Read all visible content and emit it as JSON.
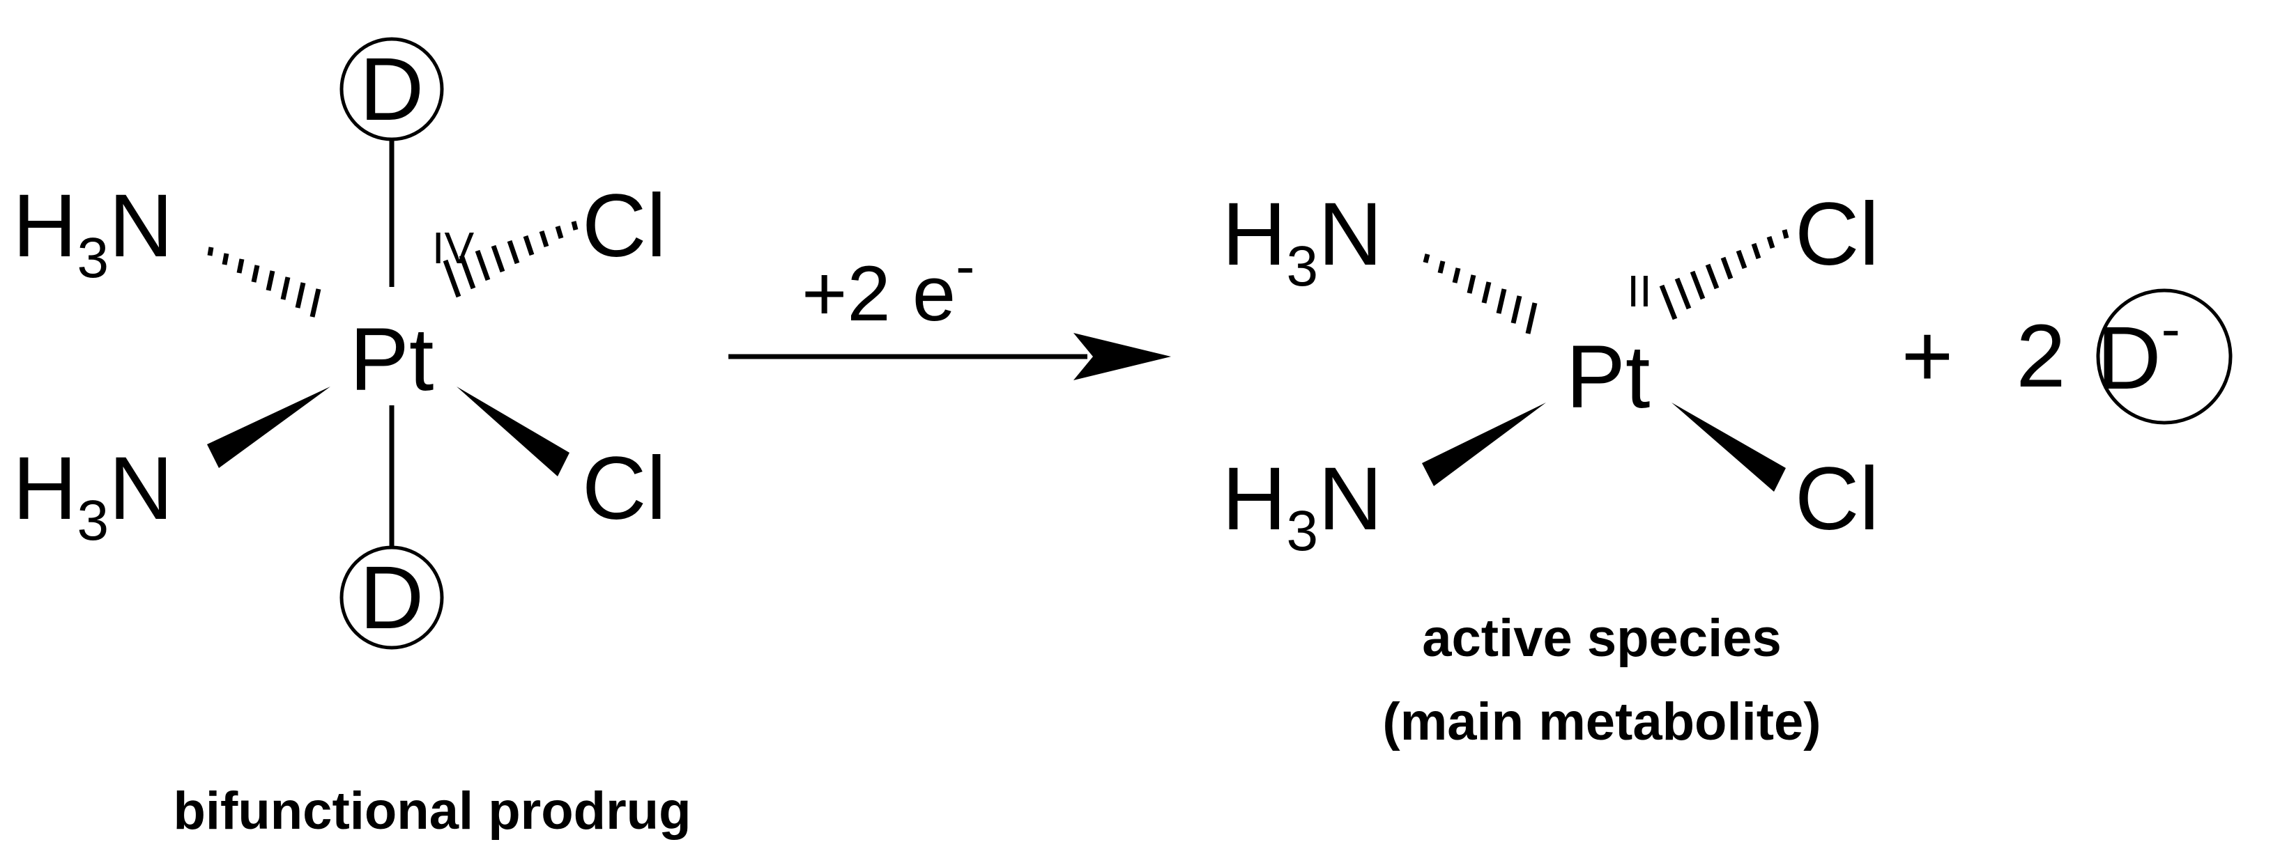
{
  "reactant": {
    "metal": "Pt",
    "oxidation_state": "IV",
    "ligands": {
      "top": "D",
      "bottom": "D",
      "nh3_element": "H",
      "nh3_count": "3",
      "nh3_rest": "N",
      "chloride": "Cl"
    },
    "caption": "bifunctional prodrug"
  },
  "arrow": {
    "label_main": "+2 e",
    "label_sup": "-"
  },
  "product": {
    "metal": "Pt",
    "oxidation_state": "II",
    "nh3_element": "H",
    "nh3_count": "3",
    "nh3_rest": "N",
    "chloride": "Cl",
    "caption_line1": "active species",
    "caption_line2": "(main metabolite)"
  },
  "byproduct": {
    "plus": "+",
    "coefficient": "2",
    "symbol": "D",
    "charge": "-"
  }
}
